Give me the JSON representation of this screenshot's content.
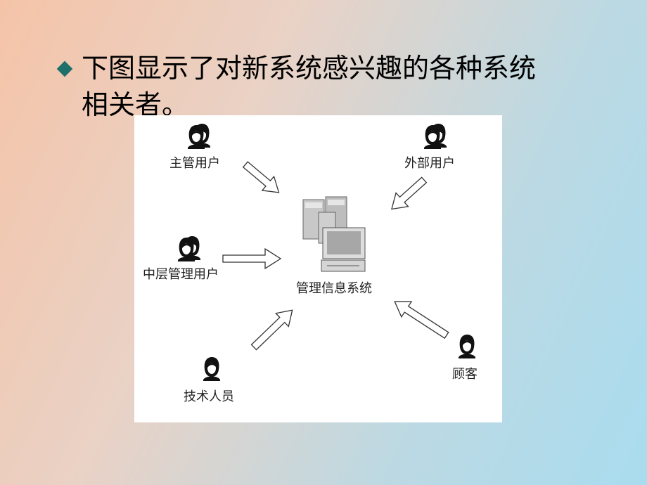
{
  "slide": {
    "bullet_line1": "下图显示了对新系统感兴趣的各种系统",
    "bullet_line2": "相关者。",
    "bullet_icon": "diamond-bullet-icon",
    "bullet_color": "#1f6f6a"
  },
  "diagram": {
    "center_label": "管理信息系统",
    "stakeholders": [
      {
        "id": "supervisor",
        "label": "主管用户",
        "icon": "user-pair-icon"
      },
      {
        "id": "external",
        "label": "外部用户",
        "icon": "user-pair-icon"
      },
      {
        "id": "middle",
        "label": "中层管理用户",
        "icon": "user-pair-icon"
      },
      {
        "id": "tech",
        "label": "技术人员",
        "icon": "user-icon"
      },
      {
        "id": "customer",
        "label": "顾客",
        "icon": "user-icon"
      }
    ]
  }
}
